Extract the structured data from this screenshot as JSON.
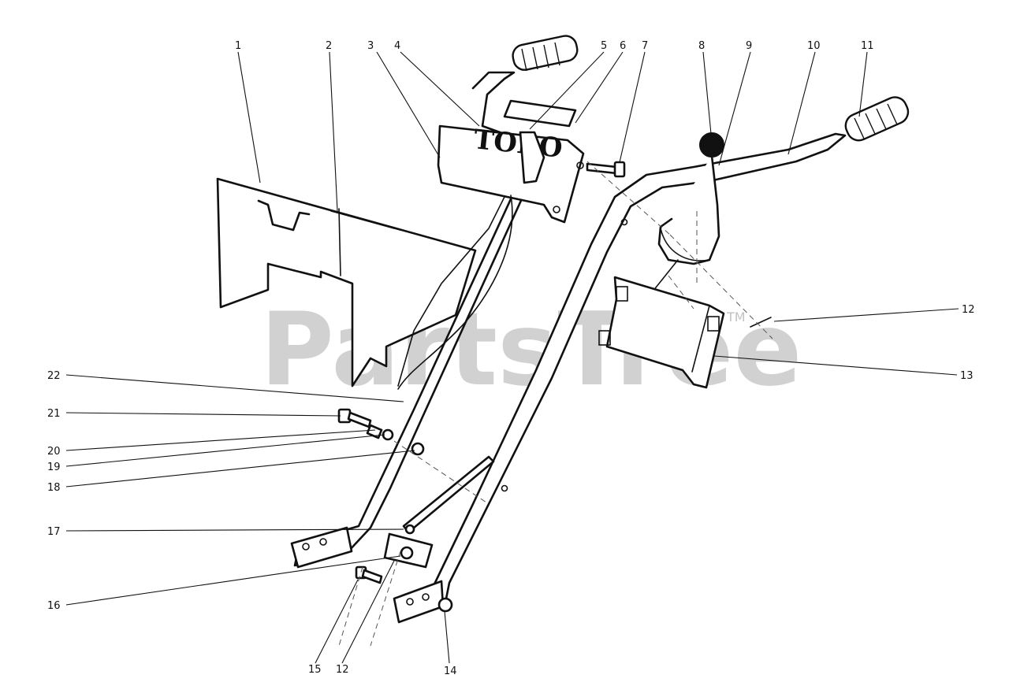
{
  "diagram": {
    "brand_decal_text": "TORO",
    "watermark": {
      "text": "PartsTree",
      "trademark": "TM"
    },
    "callouts": [
      {
        "label": "1",
        "name": "callout-1"
      },
      {
        "label": "2",
        "name": "callout-2"
      },
      {
        "label": "3",
        "name": "callout-3"
      },
      {
        "label": "4",
        "name": "callout-4"
      },
      {
        "label": "5",
        "name": "callout-5"
      },
      {
        "label": "6",
        "name": "callout-6"
      },
      {
        "label": "7",
        "name": "callout-7"
      },
      {
        "label": "8",
        "name": "callout-8"
      },
      {
        "label": "9",
        "name": "callout-9"
      },
      {
        "label": "10",
        "name": "callout-10"
      },
      {
        "label": "11",
        "name": "callout-11"
      },
      {
        "label": "12",
        "name": "callout-12-right"
      },
      {
        "label": "13",
        "name": "callout-13"
      },
      {
        "label": "14",
        "name": "callout-14"
      },
      {
        "label": "15",
        "name": "callout-15"
      },
      {
        "label": "12",
        "name": "callout-12-bottom"
      },
      {
        "label": "16",
        "name": "callout-16"
      },
      {
        "label": "17",
        "name": "callout-17"
      },
      {
        "label": "18",
        "name": "callout-18"
      },
      {
        "label": "19",
        "name": "callout-19"
      },
      {
        "label": "20",
        "name": "callout-20"
      },
      {
        "label": "21",
        "name": "callout-21"
      },
      {
        "label": "22",
        "name": "callout-22"
      }
    ]
  }
}
